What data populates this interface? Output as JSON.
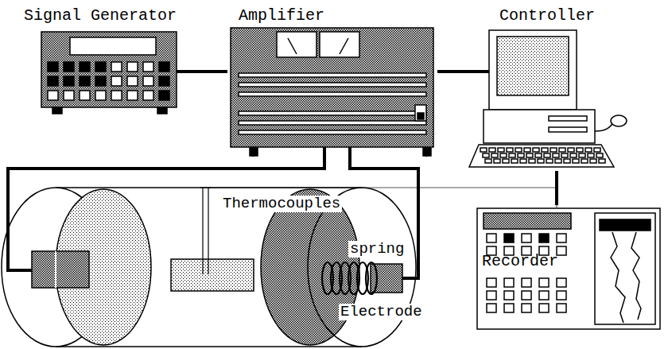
{
  "diagram": {
    "nodes": [
      {
        "text": [
          "Signal Generator"
        ]
      },
      {
        "text": [
          "Amplifier"
        ]
      },
      {
        "text": [
          "Controller"
        ]
      },
      {
        "text": [
          "Recorder"
        ]
      }
    ],
    "edges": [
      {
        "from": 0,
        "to": 1,
        "arrow": "none"
      },
      {
        "from": 1,
        "to": 2,
        "arrow": "none"
      },
      {
        "from": 2,
        "to": 3,
        "arrow": "none"
      }
    ],
    "labels": [
      "Thermocouples",
      "spring",
      "Electrode"
    ]
  }
}
